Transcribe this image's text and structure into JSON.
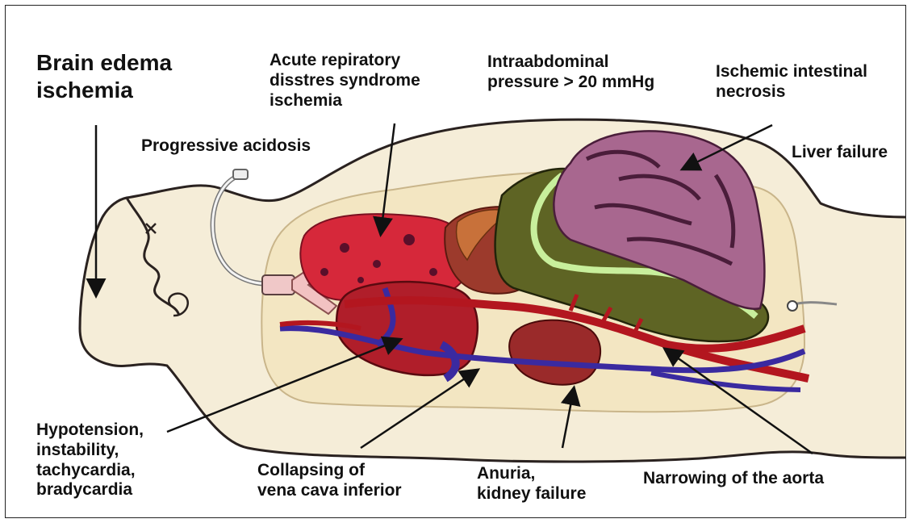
{
  "labels": {
    "brain": [
      "Brain edema",
      "ischemia"
    ],
    "ards": [
      "Acute repiratory",
      "disstres syndrome",
      "ischemia"
    ],
    "iap": [
      "Intraabdominal",
      "pressure > 20 mmHg"
    ],
    "necrosis": [
      "Ischemic intestinal",
      "necrosis"
    ],
    "acidosis": [
      "Progressive acidosis"
    ],
    "liver": [
      "Liver failure"
    ],
    "hypotension": [
      "Hypotension,",
      "instability,",
      "tachycardia,",
      "bradycardia"
    ],
    "vena_cava": [
      "Collapsing of",
      "vena cava inferior"
    ],
    "anuria": [
      "Anuria,",
      "kidney failure"
    ],
    "aorta": [
      "Narrowing of the aorta"
    ]
  },
  "colors": {
    "body_fill": "#f5edd8",
    "cavity_fill": "#f3e6c2",
    "lung_red": "#d6283a",
    "heart_red": "#b01e2a",
    "intestine_purple": "#a8678f",
    "colon_olive": "#5e6424",
    "colon_highlight": "#c8ef9c",
    "vein_blue": "#3a2aa0",
    "artery_red": "#b3161f",
    "kidney": "#9a2a2a"
  }
}
